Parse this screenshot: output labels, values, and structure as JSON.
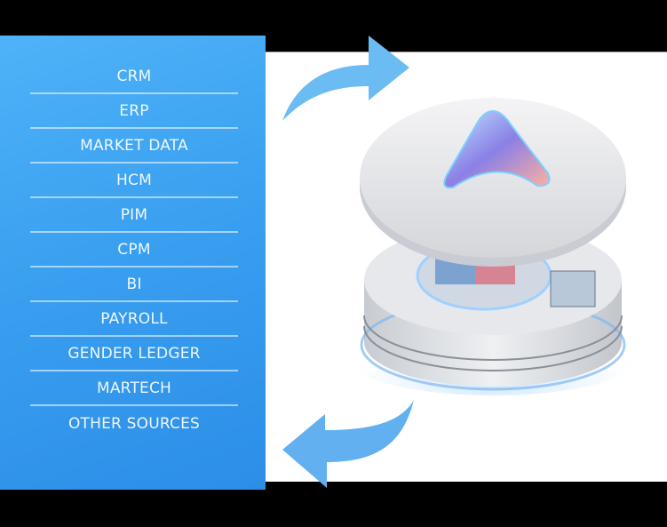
{
  "panel": {
    "color_top": "#4fb3f8",
    "color_bottom": "#2c8ee8",
    "items": [
      {
        "label": "CRM"
      },
      {
        "label": "ERP"
      },
      {
        "label": "MARKET DATA"
      },
      {
        "label": "HCM"
      },
      {
        "label": "PIM"
      },
      {
        "label": "CPM"
      },
      {
        "label": "BI"
      },
      {
        "label": "PAYROLL"
      },
      {
        "label": "GENDER LEDGER"
      },
      {
        "label": "MARTECH"
      },
      {
        "label": "OTHER SOURCES"
      }
    ]
  },
  "arrows": {
    "color": "#64b4f0",
    "top": "arrow-right",
    "bottom": "arrow-left"
  },
  "illustration": {
    "subject": "data-hub-device",
    "accent": "#5ab0ff"
  }
}
